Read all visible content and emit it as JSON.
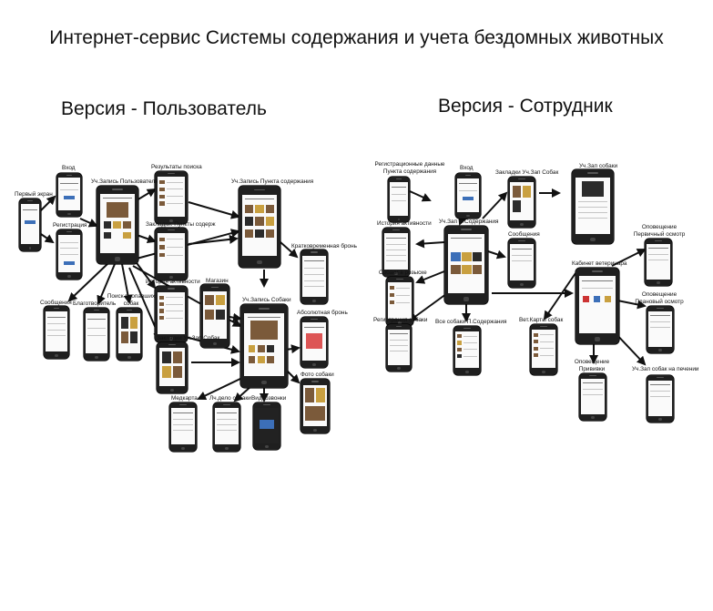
{
  "title": "Интернет-сервис Системы содержания и учета бездомных животных",
  "sections": {
    "user": "Версия - Пользователь",
    "staff": "Версия - Сотрудник"
  },
  "user_labels": {
    "login": "Вход",
    "first_screen": "Первый экран",
    "registration": "Регистрация",
    "user_account": "Уч.Запись Пользователя",
    "search_results": "Результаты поиска",
    "bookmarks_points": "Закладки. Пункты содерж",
    "shelter_account": "Уч.Запись Пункта содержания",
    "short_booking": "Кратковременная бронь",
    "absolute_booking": "Абсолютная бронь",
    "dog_photo": "Фото собаки",
    "messages": "Сообщения",
    "charity": "Благотворитель",
    "lost_dogs_1": "Поиск пропавших",
    "lost_dogs_2": "собак",
    "activity_history": "История активности",
    "shop": "Магазин",
    "dog_account": "Уч.Запись Собаки",
    "dog_bookmarks": "Закладки Уч.Зап Собак",
    "medcard": "Медкарта",
    "dog_file": "Лч.дело собаки",
    "video_calls": "Видеозвонки"
  },
  "staff_labels": {
    "reg_data_1": "Регистрационные данные",
    "reg_data_2": "Пункта содержания",
    "login": "Вход",
    "dog_bookmarks": "Закладки Уч.Зап Собак",
    "dog_account": "Уч.Зап собаки",
    "activity_history": "История активности",
    "shelter_account": "Уч.Зап П.Содержания",
    "messages": "Сообщения",
    "first_exam_1": "Оповещение",
    "first_exam_2": "Первичный осмотр",
    "wanted_dogs": "Собаки в розыске",
    "vet_office": "Кабинет ветеринара",
    "planned_exam_1": "Оповещение",
    "planned_exam_2": "Плановый осмотр",
    "dog_registration": "Регистрация собаки",
    "all_dogs": "Все собаки П.Содержания",
    "vet_cards": "Вет.Карты собак",
    "vaccination_1": "Оповещение",
    "vaccination_2": "Прививки",
    "treatment": "Уч.Зап собак на печении"
  }
}
